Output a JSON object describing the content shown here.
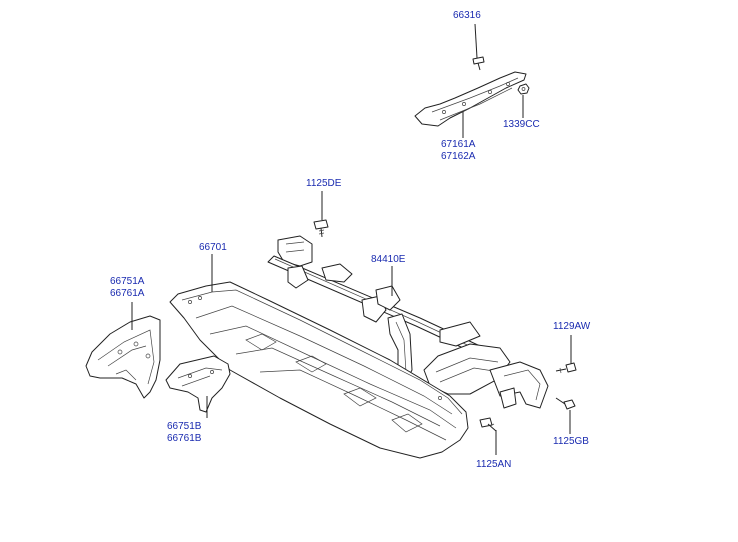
{
  "diagram": {
    "labels": {
      "p66316": "66316",
      "p67161A": "67161A",
      "p67162A": "67162A",
      "p1339CC": "1339CC",
      "p1125DE": "1125DE",
      "p66701": "66701",
      "p84410E": "84410E",
      "p66751A": "66751A",
      "p66761A": "66761A",
      "p1129AW": "1129AW",
      "p66751B": "66751B",
      "p66761B": "66761B",
      "p1125GB": "1125GB",
      "p1125AN": "1125AN"
    },
    "colors": {
      "label": "#1a2bb0",
      "line": "#222222",
      "background": "#ffffff"
    }
  }
}
